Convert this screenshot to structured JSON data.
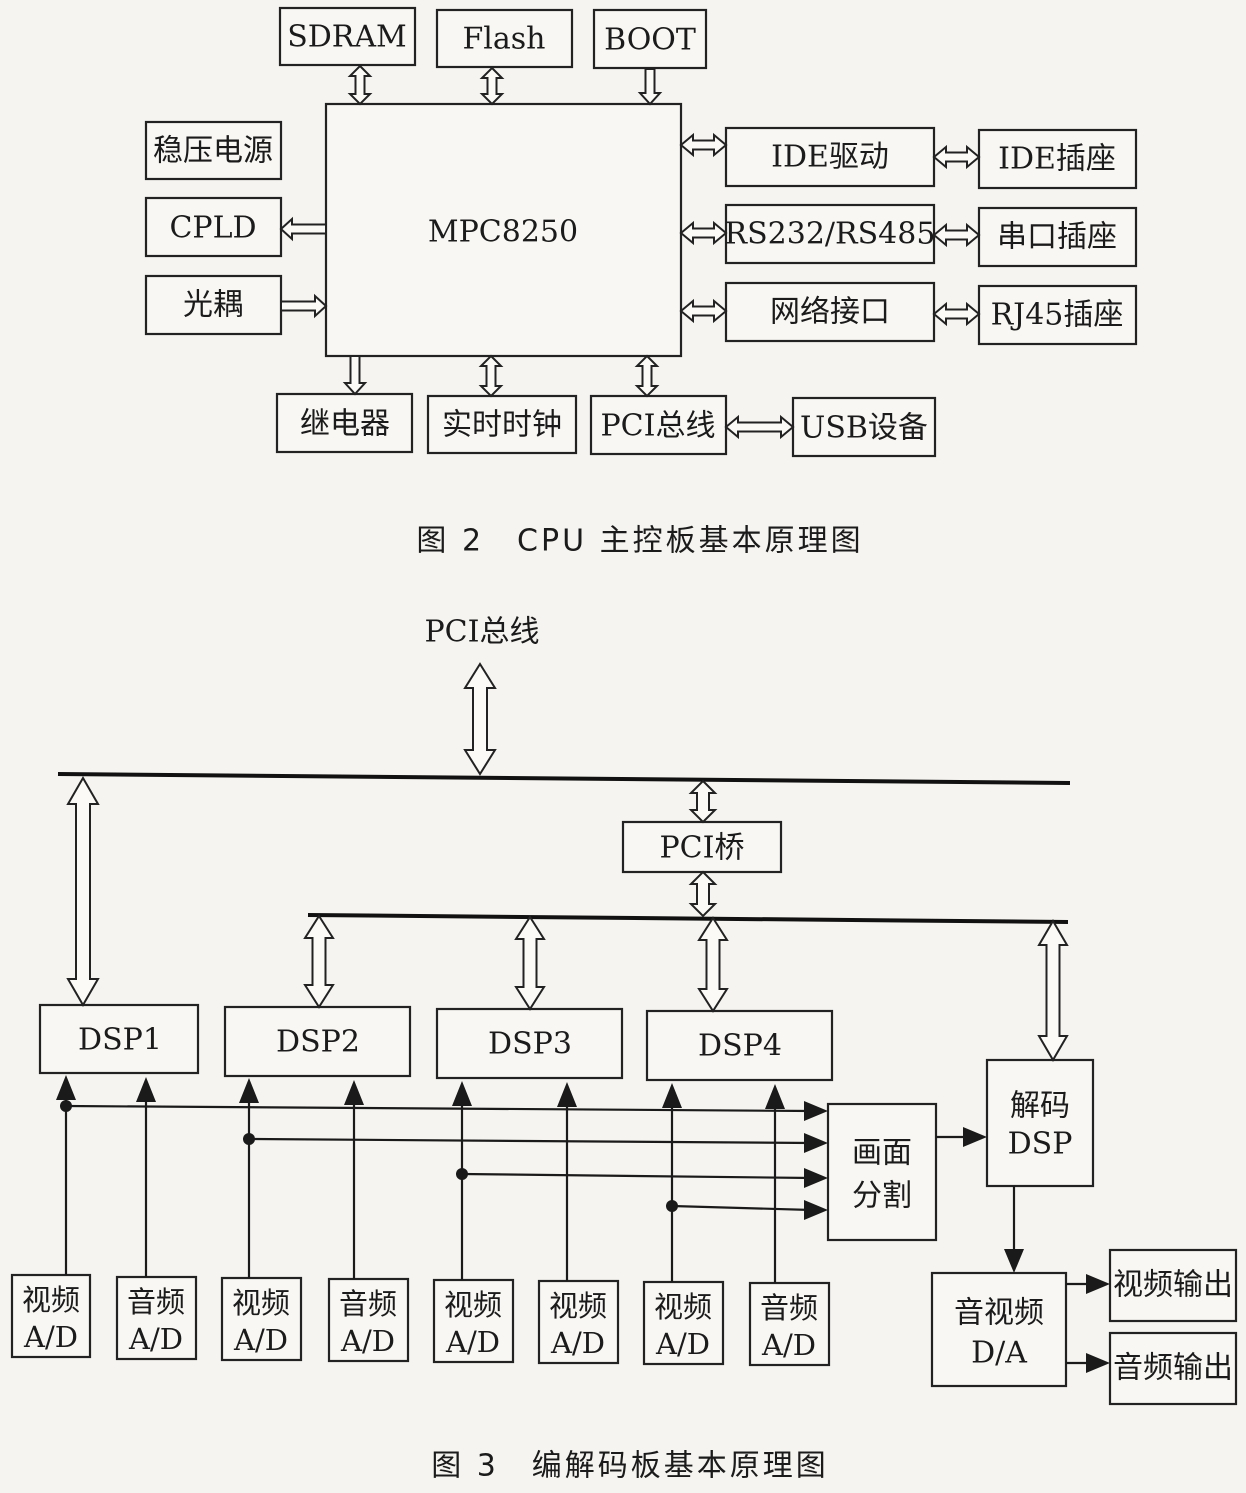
{
  "figure2": {
    "caption": "图 2　CPU 主控板基本原理图",
    "cpu": "MPC8250",
    "top": [
      "SDRAM",
      "Flash",
      "BOOT"
    ],
    "left": [
      "稳压电源",
      "CPLD",
      "光耦"
    ],
    "bottom": [
      "继电器",
      "实时时钟",
      "PCI总线"
    ],
    "usb": "USB设备",
    "right_mid": [
      "IDE驱动",
      "RS232/RS485",
      "网络接口"
    ],
    "right_far": [
      "IDE插座",
      "串口插座",
      "RJ45插座"
    ]
  },
  "figure3": {
    "caption": "图 3　编解码板基本原理图",
    "pci_bus_label": "PCI总线",
    "pci_bridge": "PCI桥",
    "dsps": [
      "DSP1",
      "DSP2",
      "DSP3",
      "DSP4"
    ],
    "adcs": [
      {
        "l1": "视频",
        "l2": "A/D"
      },
      {
        "l1": "音频",
        "l2": "A/D"
      },
      {
        "l1": "视频",
        "l2": "A/D"
      },
      {
        "l1": "音频",
        "l2": "A/D"
      },
      {
        "l1": "视频",
        "l2": "A/D"
      },
      {
        "l1": "视频",
        "l2": "A/D"
      },
      {
        "l1": "视频",
        "l2": "A/D"
      },
      {
        "l1": "音频",
        "l2": "A/D"
      }
    ],
    "split": {
      "l1": "画面",
      "l2": "分割"
    },
    "decoder": {
      "l1": "解码",
      "l2": "DSP"
    },
    "da": {
      "l1": "音视频",
      "l2": "D/A"
    },
    "outputs": [
      "视频输出",
      "音频输出"
    ]
  }
}
